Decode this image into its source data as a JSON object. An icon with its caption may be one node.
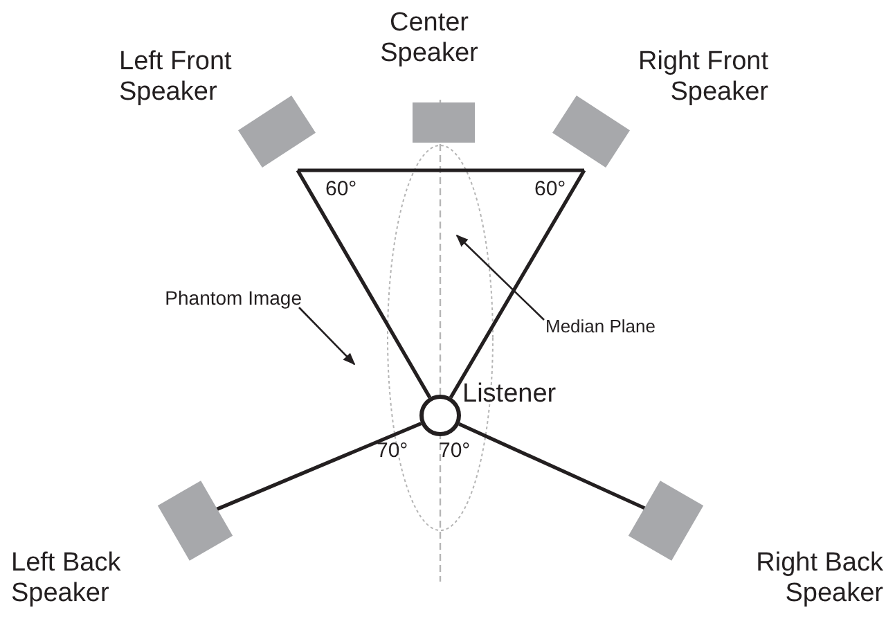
{
  "diagram": {
    "nodes": [
      {
        "text": [
          "Left Front Speaker"
        ]
      },
      {
        "text": [
          "Center Speaker"
        ]
      },
      {
        "text": [
          "Right Front Speaker"
        ]
      },
      {
        "text": [
          "Listener"
        ]
      },
      {
        "text": [
          "Left Back Speaker"
        ]
      },
      {
        "text": [
          "Right Back Speaker"
        ]
      },
      {
        "text": [
          "Phantom Image"
        ]
      },
      {
        "text": [
          "Median Plane"
        ]
      }
    ],
    "edges": [
      {
        "from": 0,
        "to": 2,
        "arrow": "none"
      },
      {
        "from": 0,
        "to": 3,
        "arrow": "none"
      },
      {
        "from": 2,
        "to": 3,
        "arrow": "none"
      },
      {
        "from": 3,
        "to": 4,
        "arrow": "none"
      },
      {
        "from": 3,
        "to": 5,
        "arrow": "none"
      },
      {
        "from": 6,
        "to": null,
        "arrow": "to"
      },
      {
        "from": 7,
        "to": null,
        "arrow": "to"
      }
    ],
    "labels": [
      "60°",
      "60°",
      "70°",
      "70°"
    ]
  }
}
